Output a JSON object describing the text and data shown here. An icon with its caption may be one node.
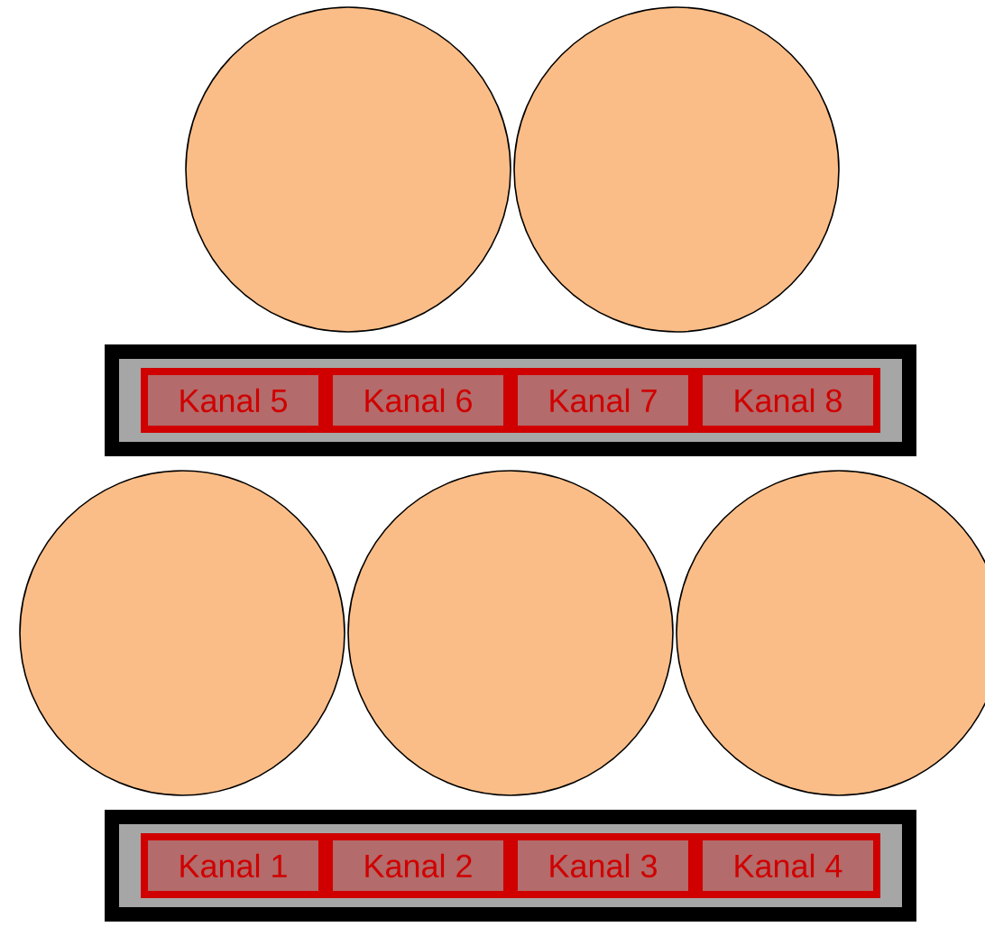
{
  "diagram": {
    "nodes": [
      {
        "text": [],
        "shape": "circle"
      },
      {
        "text": [],
        "shape": "circle"
      },
      {
        "text": [],
        "shape": "bar"
      },
      {
        "text": [
          "Kanal 5"
        ],
        "in": 2
      },
      {
        "text": [
          "Kanal 6"
        ],
        "in": 2
      },
      {
        "text": [
          "Kanal 7"
        ],
        "in": 2
      },
      {
        "text": [
          "Kanal 8"
        ],
        "in": 2
      },
      {
        "text": [],
        "shape": "circle"
      },
      {
        "text": [],
        "shape": "circle"
      },
      {
        "text": [],
        "shape": "circle"
      },
      {
        "text": [],
        "shape": "bar"
      },
      {
        "text": [
          "Kanal 1"
        ],
        "in": 10
      },
      {
        "text": [
          "Kanal 2"
        ],
        "in": 10
      },
      {
        "text": [
          "Kanal 3"
        ],
        "in": 10
      },
      {
        "text": [
          "Kanal 4"
        ],
        "in": 10
      }
    ]
  }
}
